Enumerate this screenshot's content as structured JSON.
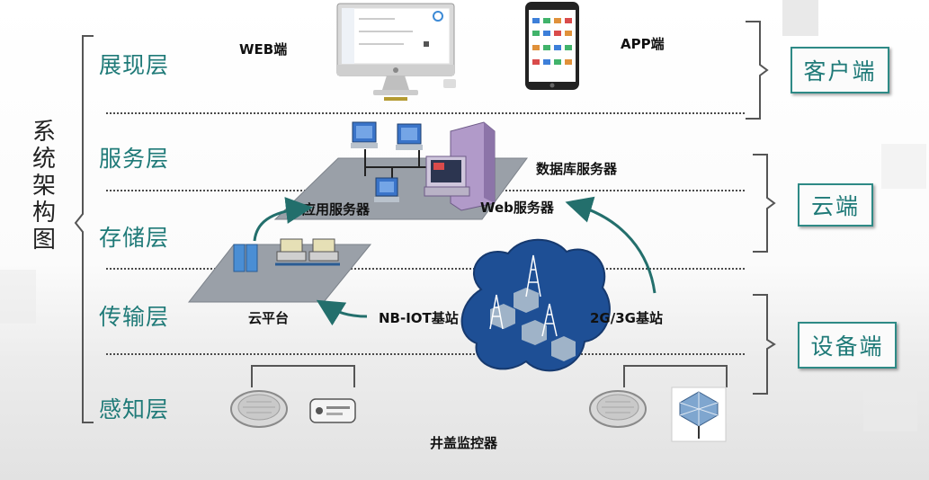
{
  "system_label": "系统架构图",
  "layers": {
    "presentation": "展现层",
    "service": "服务层",
    "storage": "存储层",
    "transport": "传输层",
    "perception": "感知层"
  },
  "ends": {
    "client": "客户端",
    "cloud": "云端",
    "device": "设备端"
  },
  "labels": {
    "web_end": "WEB端",
    "app_end": "APP端",
    "db_server": "数据库服务器",
    "app_server": "应用服务器",
    "web_server": "Web服务器",
    "cloud_platform": "云平台",
    "nbiot_station": "NB-IOT基站",
    "g23_station": "2G/3G基站",
    "manhole_monitor": "井盖监控器"
  }
}
